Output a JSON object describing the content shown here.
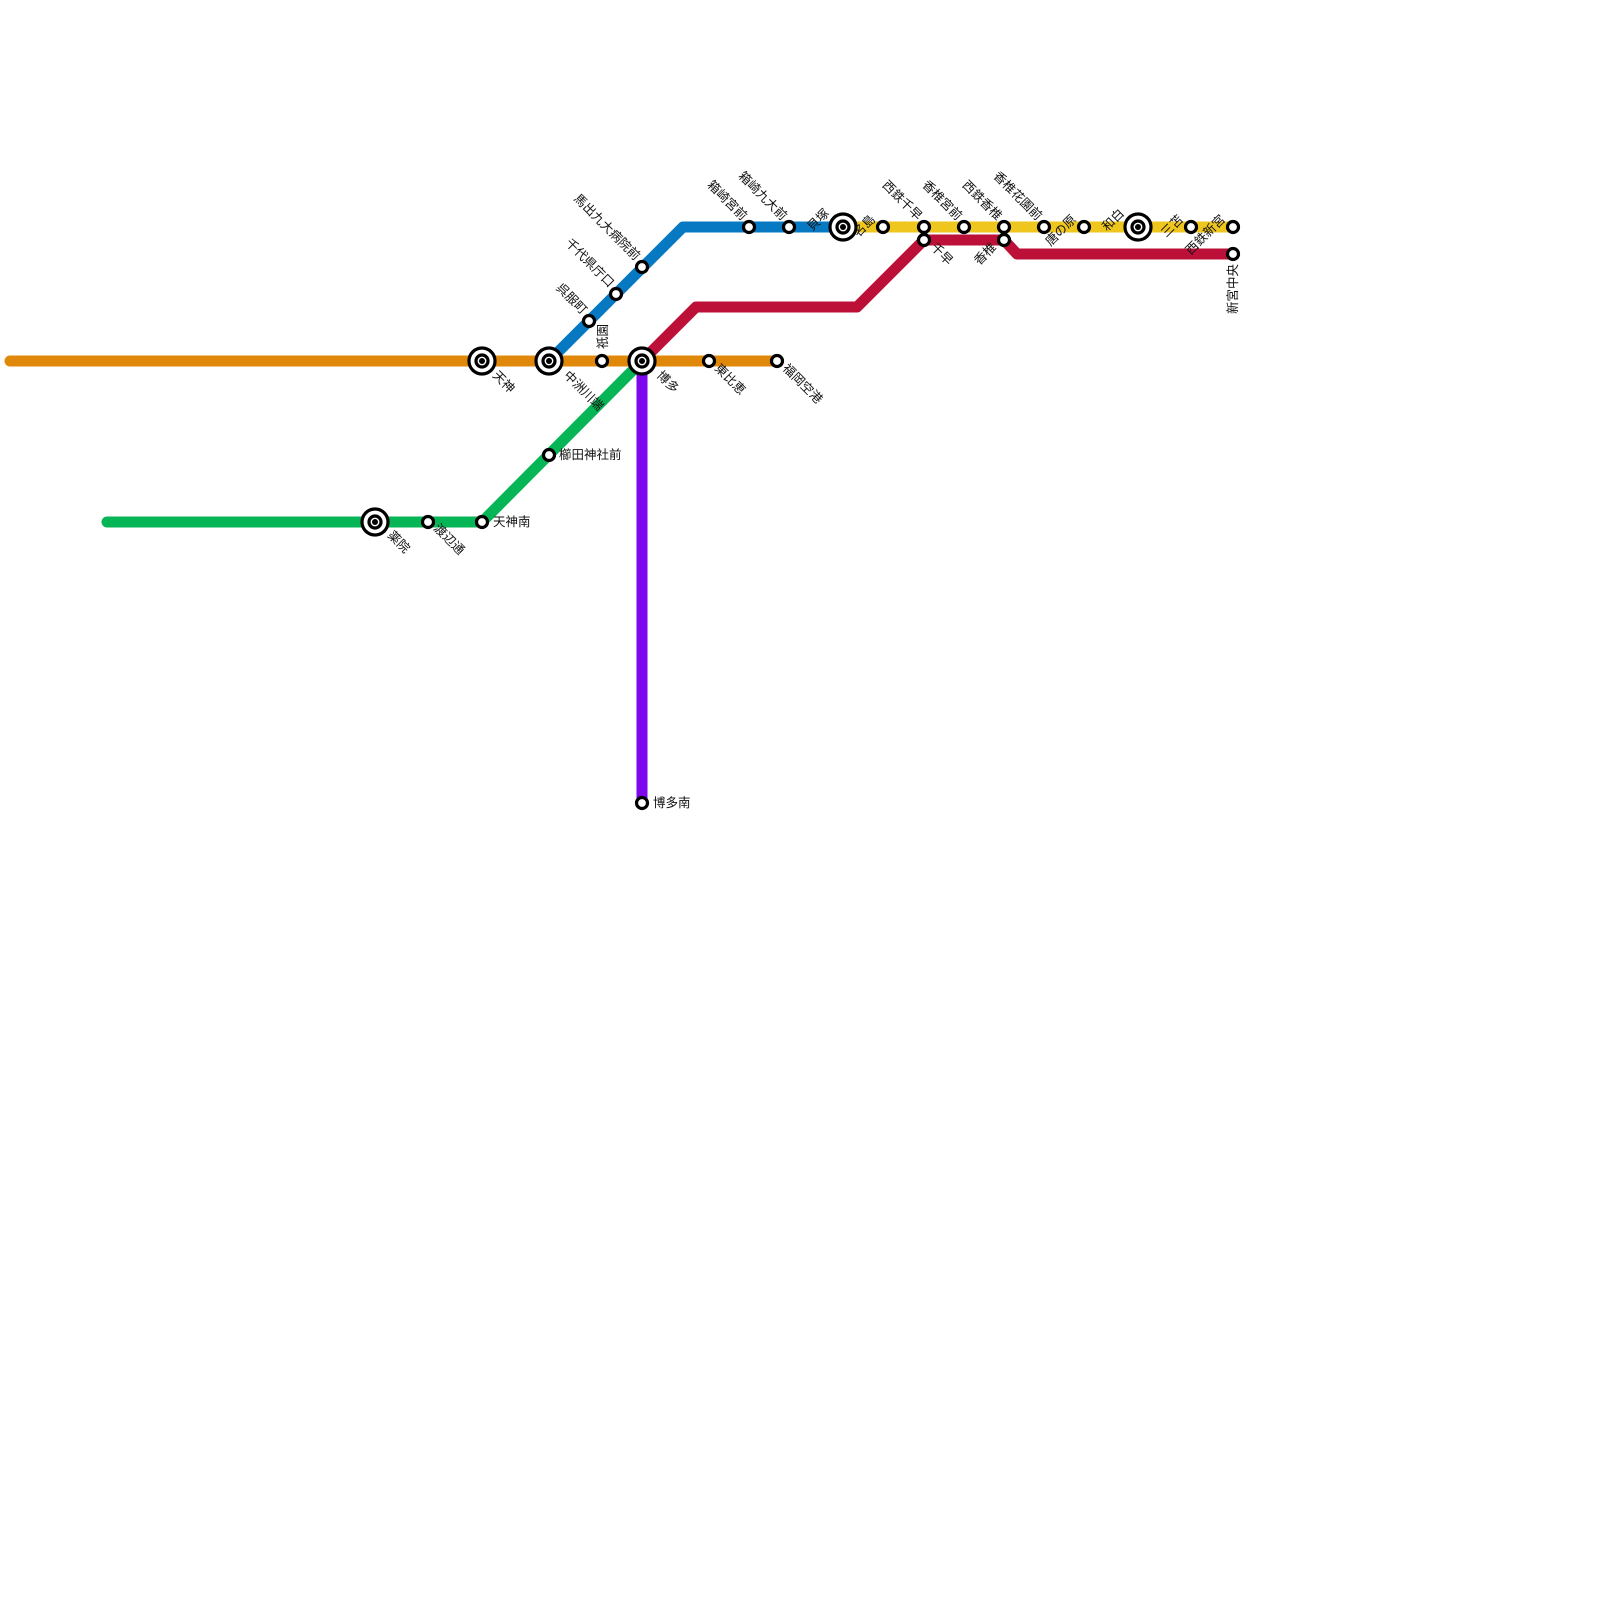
{
  "lines": [
    {
      "id": "kuko",
      "color": "#e0880a"
    },
    {
      "id": "nanakuma",
      "color": "#06b556"
    },
    {
      "id": "hakozaki",
      "color": "#0679c2"
    },
    {
      "id": "jr-kashii",
      "color": "#bd1039"
    },
    {
      "id": "kaizuka",
      "color": "#efc61e"
    },
    {
      "id": "extension",
      "color": "#7d06ef"
    }
  ],
  "stations": [
    {
      "id": "tenjin",
      "name": "天神",
      "interchange": true
    },
    {
      "id": "nakasu",
      "name": "中洲川端",
      "interchange": true
    },
    {
      "id": "gion",
      "name": "祇園",
      "interchange": false
    },
    {
      "id": "hakata",
      "name": "博多",
      "interchange": true
    },
    {
      "id": "higashihie",
      "name": "東比恵",
      "interchange": false
    },
    {
      "id": "fukuokakuko",
      "name": "福岡空港",
      "interchange": false
    },
    {
      "id": "kushida",
      "name": "櫛田神社前",
      "interchange": false
    },
    {
      "id": "tenjinminami",
      "name": "天神南",
      "interchange": false
    },
    {
      "id": "watanabe",
      "name": "渡辺通",
      "interchange": false
    },
    {
      "id": "yakuin",
      "name": "薬院",
      "interchange": true
    },
    {
      "id": "gofukumachi",
      "name": "呉服町",
      "interchange": false
    },
    {
      "id": "chiyo",
      "name": "千代県庁口",
      "interchange": false
    },
    {
      "id": "maidashi",
      "name": "馬出九大病院前",
      "interchange": false
    },
    {
      "id": "hakozakimiya",
      "name": "箱崎宮前",
      "interchange": false
    },
    {
      "id": "hakozakikyudai",
      "name": "箱崎九大前",
      "interchange": false
    },
    {
      "id": "kaizuka",
      "name": "貝塚",
      "interchange": true
    },
    {
      "id": "najima",
      "name": "名島",
      "interchange": false
    },
    {
      "id": "nishitetsuchihaya",
      "name": "西鉄千早",
      "interchange": false
    },
    {
      "id": "kashiimiyamae",
      "name": "香椎宮前",
      "interchange": false
    },
    {
      "id": "nishitetsukashii",
      "name": "西鉄香椎",
      "interchange": false
    },
    {
      "id": "kashiikaen",
      "name": "香椎花園前",
      "interchange": false
    },
    {
      "id": "karenohara",
      "name": "唐の原",
      "interchange": false
    },
    {
      "id": "wajiro",
      "name": "和白",
      "interchange": true
    },
    {
      "id": "mitoma",
      "name": "三苫",
      "interchange": false
    },
    {
      "id": "nishitetsushingu",
      "name": "西鉄新宮",
      "interchange": false
    },
    {
      "id": "chihaya",
      "name": "千早",
      "interchange": false
    },
    {
      "id": "kashii",
      "name": "香椎",
      "interchange": false
    },
    {
      "id": "shinguchuo",
      "name": "新宮中央",
      "interchange": false
    },
    {
      "id": "hakataminami",
      "name": "博多南",
      "interchange": false
    }
  ]
}
